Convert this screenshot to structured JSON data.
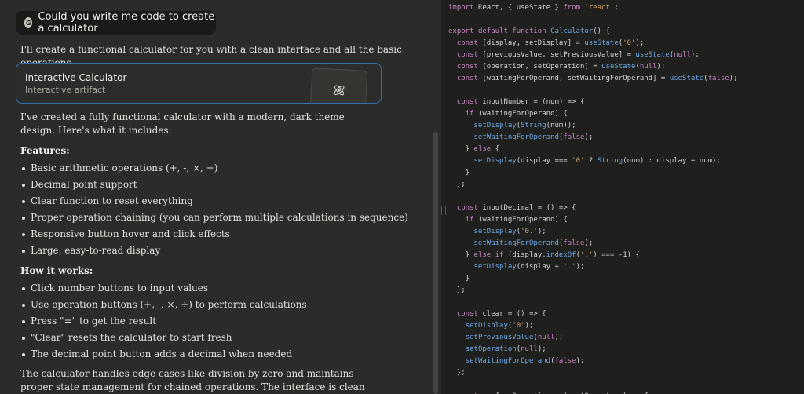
{
  "user": {
    "avatar": "G",
    "message": "Could you write me code to create a calculator"
  },
  "assistant": {
    "intro": "I'll create a functional calculator for you with a clean interface and all the basic operations.",
    "artifact": {
      "title": "Interactive Calculator",
      "subtitle": "Interactive artifact",
      "icon": "atom-icon"
    },
    "description": "I've created a fully functional calculator with a modern, dark theme design. Here's what it includes:",
    "features_heading": "Features:",
    "features": [
      "Basic arithmetic operations (+, -, ×, ÷)",
      "Decimal point support",
      "Clear function to reset everything",
      "Proper operation chaining (you can perform multiple calculations in sequence)",
      "Responsive button hover and click effects",
      "Large, easy-to-read display"
    ],
    "how_heading": "How it works:",
    "how_items": [
      "Click number buttons to input values",
      "Use operation buttons (+, -, ×, ÷) to perform calculations",
      "Press \"=\" to get the result",
      "\"Clear\" resets the calculator to start fresh",
      "The decimal point button adds a decimal when needed"
    ],
    "closing": "The calculator handles edge cases like division by zero and maintains proper state management for chained operations. The interface is clean and intuitive, with color-coded"
  },
  "code_lines": [
    "import React, { useState } from 'react';",
    "",
    "export default function Calculator() {",
    "  const [display, setDisplay] = useState('0');",
    "  const [previousValue, setPreviousValue] = useState(null);",
    "  const [operation, setOperation] = useState(null);",
    "  const [waitingForOperand, setWaitingForOperand] = useState(false);",
    "",
    "  const inputNumber = (num) => {",
    "    if (waitingForOperand) {",
    "      setDisplay(String(num));",
    "      setWaitingForOperand(false);",
    "    } else {",
    "      setDisplay(display === '0' ? String(num) : display + num);",
    "    }",
    "  };",
    "",
    "  const inputDecimal = () => {",
    "    if (waitingForOperand) {",
    "      setDisplay('0.');",
    "      setWaitingForOperand(false);",
    "    } else if (display.indexOf('.') === -1) {",
    "      setDisplay(display + '.');",
    "    }",
    "  };",
    "",
    "  const clear = () => {",
    "    setDisplay('0');",
    "    setPreviousValue(null);",
    "    setOperation(null);",
    "    setWaitingForOperand(false);",
    "  };",
    "",
    "  const performOperation = (nextOperation) => {"
  ],
  "colors": {
    "chat_bg": "#2b2b29",
    "code_bg": "#1f1f1e",
    "artifact_border": "#2f6fb3",
    "keyword": "#c586c0",
    "function": "#6da8e3",
    "string": "#d7a86e"
  }
}
